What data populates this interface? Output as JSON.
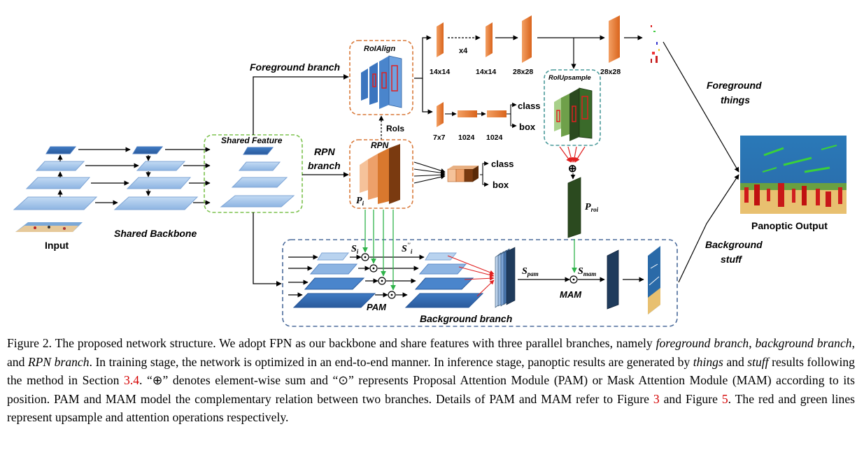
{
  "figure": {
    "input_label": "Input",
    "shared_backbone_label": "Shared Backbone",
    "shared_feature_label": "Shared Feature",
    "foreground_branch_label": "Foreground branch",
    "rpn_branch_label_line1": "RPN",
    "rpn_branch_label_line2": "branch",
    "background_branch_label": "Background branch",
    "roialign_label": "RoIAlign",
    "rois_label": "RoIs",
    "rpn_label": "RPN",
    "pi_label": "P",
    "pi_sub": "i",
    "roiupsample_label": "RoIUpsample",
    "proi_label": "P",
    "proi_sub": "roi",
    "si_label": "S",
    "si_sub": "i",
    "sii_label": "S",
    "sii_sup": "''",
    "sii_sub": "i",
    "spam_label": "S",
    "spam_sub": "pam",
    "smam_label": "S",
    "smam_sub": "mam",
    "pam_label": "PAM",
    "mam_label": "MAM",
    "x4_label": "x4",
    "dim_14a": "14x14",
    "dim_14b": "14x14",
    "dim_28a": "28x28",
    "dim_28b": "28x28",
    "dim_7": "7x7",
    "dim_1024a": "1024",
    "dim_1024b": "1024",
    "class_label_1": "class",
    "box_label_1": "box",
    "class_label_2": "class",
    "box_label_2": "box",
    "plus_symbol": "⊕",
    "dot_symbol": "⊙",
    "fg_things_line1": "Foreground",
    "fg_things_line2": "things",
    "bg_stuff_line1": "Background",
    "bg_stuff_line2": "stuff",
    "panoptic_output_label": "Panoptic Output"
  },
  "caption": {
    "p1": "Figure 2. The proposed network structure.  We adopt FPN as our backbone and share features with three parallel branches, namely ",
    "i1": "foreground branch",
    "p2": ", ",
    "i2": "background branch",
    "p3": ", and ",
    "i3": "RPN branch",
    "p4": ". In training stage, the network is optimized in an end-to-end manner. In inference stage, panoptic results are generated by ",
    "i4": "things",
    "p5": " and ",
    "i5": "stuff",
    "p6": " results following the method in Section ",
    "ref1": "3.4",
    "p7": ".  “⊕” denotes element-wise sum and “⊙” represents Proposal Attention Module (PAM) or Mask Attention Module (MAM) according to its position.  PAM and MAM model the complementary relation between two branches.  Details of PAM and MAM refer to Figure ",
    "ref2": "3",
    "p8": " and Figure ",
    "ref3": "5",
    "p9": ".  The red and green lines represent upsample and attention operations respectively."
  },
  "colors": {
    "fpn_light": "#a9c8ec",
    "fpn_top": "#6f9fd8",
    "orange": "#e9772b",
    "dark_green": "#2b4a1f",
    "navy": "#1f3b5c",
    "green_line": "#2fb34a",
    "red_line": "#e02020",
    "dashed_orange": "#d9793a",
    "dashed_green": "#7dc24f",
    "dashed_teal": "#4a9a9a",
    "dashed_blue": "#4a6a9a",
    "ref_red": "#d40000"
  }
}
